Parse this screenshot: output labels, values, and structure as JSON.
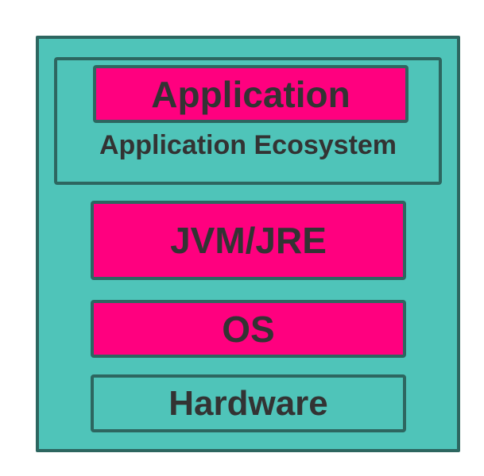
{
  "colors": {
    "container_fill": "#4fc4b9",
    "border": "#2d6660",
    "layer_fill": "#ff007f",
    "text": "#333333"
  },
  "layers": {
    "application": "Application",
    "ecosystem": "Application Ecosystem",
    "jvm": "JVM/JRE",
    "os": "OS",
    "hardware": "Hardware"
  }
}
